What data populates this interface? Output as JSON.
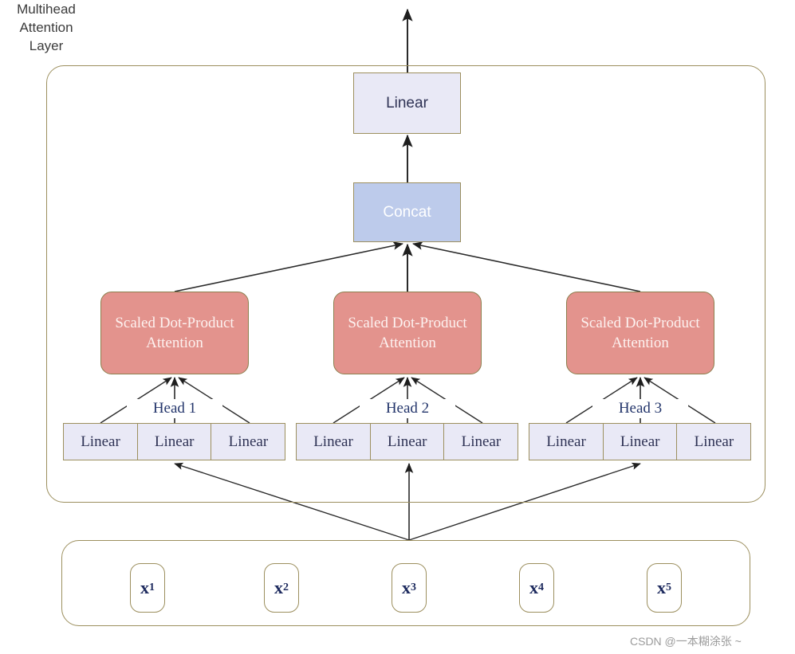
{
  "diagram": {
    "title": "Multihead Attention Layer diagram",
    "colors": {
      "container_border": "#9c8f5e",
      "linear_fill": "#e9e9f6",
      "linear_text": "#2f3355",
      "concat_fill": "#bdcbeb",
      "concat_text": "#ffffff",
      "attention_fill": "#e3938d",
      "attention_text": "#fdf2f0",
      "arrow": "#2a2a2a",
      "token_text": "#1d2a5e",
      "watermark": "#9b9b9b",
      "background": "#ffffff"
    }
  },
  "mha": {
    "label_line1": "Multihead",
    "label_line2": "Attention",
    "label_line3": "Layer"
  },
  "top_linear": {
    "label": "Linear"
  },
  "concat": {
    "label": "Concat"
  },
  "attention_heads": [
    {
      "line1": "Scaled Dot-Product",
      "line2": "Attention",
      "head_label": "Head 1",
      "linear_labels": [
        "Linear",
        "Linear",
        "Linear"
      ]
    },
    {
      "line1": "Scaled Dot-Product",
      "line2": "Attention",
      "head_label": "Head 2",
      "linear_labels": [
        "Linear",
        "Linear",
        "Linear"
      ]
    },
    {
      "line1": "Scaled Dot-Product",
      "line2": "Attention",
      "head_label": "Head 3",
      "linear_labels": [
        "Linear",
        "Linear",
        "Linear"
      ]
    }
  ],
  "inputs": {
    "tokens": [
      {
        "base": "x",
        "sub": "1"
      },
      {
        "base": "x",
        "sub": "2"
      },
      {
        "base": "x",
        "sub": "3"
      },
      {
        "base": "x",
        "sub": "4"
      },
      {
        "base": "x",
        "sub": "5"
      }
    ]
  },
  "watermark": {
    "text": "CSDN @一本糊涂张 ~"
  }
}
